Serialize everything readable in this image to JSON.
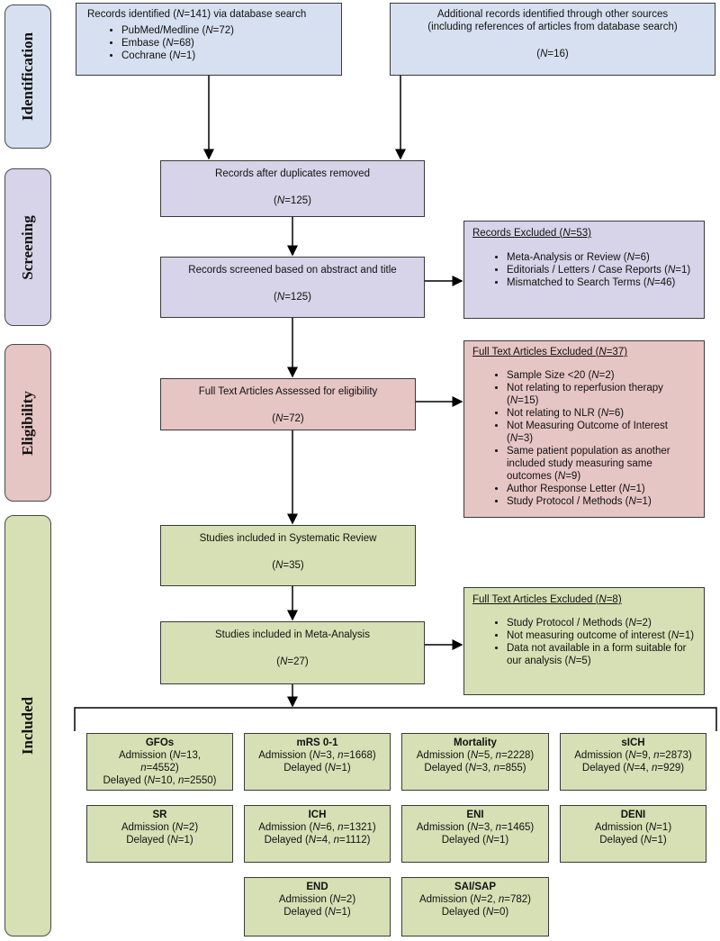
{
  "phases": [
    "Identification",
    "Screening",
    "Eligibility",
    "Included"
  ],
  "identification": {
    "db": {
      "title": "Records identified (N=141) via database search",
      "items": [
        "PubMed/Medline (N=72)",
        "Embase (N=68)",
        "Cochrane (N=1)"
      ]
    },
    "other": {
      "line1": "Additional records identified through other sources",
      "line2": "(including references of articles from database search)",
      "count": "(N=16)"
    }
  },
  "screening": {
    "dedup": {
      "title": "Records after duplicates removed",
      "count": "(N=125)"
    },
    "screened": {
      "title": "Records screened based on abstract and title",
      "count": "(N=125)"
    },
    "excluded": {
      "header": "Records Excluded (N=53)",
      "items": [
        "Meta-Analysis or Review (N=6)",
        "Editorials / Letters / Case Reports (N=1)",
        "Mismatched to Search Terms (N=46)"
      ]
    }
  },
  "eligibility": {
    "assessed": {
      "title": "Full Text Articles Assessed for eligibility",
      "count": "(N=72)"
    },
    "excluded": {
      "header": "Full Text Articles Excluded (N=37)",
      "items": [
        "Sample Size <20 (N=2)",
        "Not relating to reperfusion therapy (N=15)",
        "Not relating to NLR (N=6)",
        "Not Measuring Outcome of Interest (N=3)",
        "Same patient population as another included study measuring same outcomes (N=9)",
        "Author Response Letter (N=1)",
        "Study Protocol / Methods (N=1)"
      ]
    }
  },
  "included": {
    "systematic": {
      "title": "Studies included in Systematic Review",
      "count": "(N=35)"
    },
    "meta": {
      "title": "Studies included in Meta-Analysis",
      "count": "(N=27)"
    },
    "excluded": {
      "header": "Full Text Articles Excluded (N=8)",
      "items": [
        "Study Protocol / Methods (N=2)",
        "Not measuring outcome of interest (N=1)",
        "Data not available in a form suitable for our analysis (N=5)"
      ]
    }
  },
  "outcomes": [
    {
      "name": "GFOs",
      "lines": [
        "Admission (N=13,",
        "n=4552)",
        "Delayed (N=10, n=2550)"
      ]
    },
    {
      "name": "mRS 0-1",
      "lines": [
        "Admission (N=3, n=1668)",
        "Delayed (N=1)"
      ]
    },
    {
      "name": "Mortality",
      "lines": [
        "Admission (N=5, n=2228)",
        "Delayed (N=3, n=855)"
      ]
    },
    {
      "name": "sICH",
      "lines": [
        "Admission (N=9, n=2873)",
        "Delayed (N=4, n=929)"
      ]
    },
    {
      "name": "SR",
      "lines": [
        "Admission (N=2)",
        "Delayed (N=1)"
      ]
    },
    {
      "name": "ICH",
      "lines": [
        "Admission (N=6, n=1321)",
        "Delayed (N=4, n=1112)"
      ]
    },
    {
      "name": "ENI",
      "lines": [
        "Admission (N=3, n=1465)",
        "Delayed (N=1)"
      ]
    },
    {
      "name": "DENI",
      "lines": [
        "Admission (N=1)",
        "Delayed (N=1)"
      ]
    },
    {
      "name": "END",
      "lines": [
        "Admission (N=2)",
        "Delayed (N=1)"
      ]
    },
    {
      "name": "SAI/SAP",
      "lines": [
        "Admission (N=2, n=782)",
        "Delayed (N=0)"
      ]
    }
  ]
}
